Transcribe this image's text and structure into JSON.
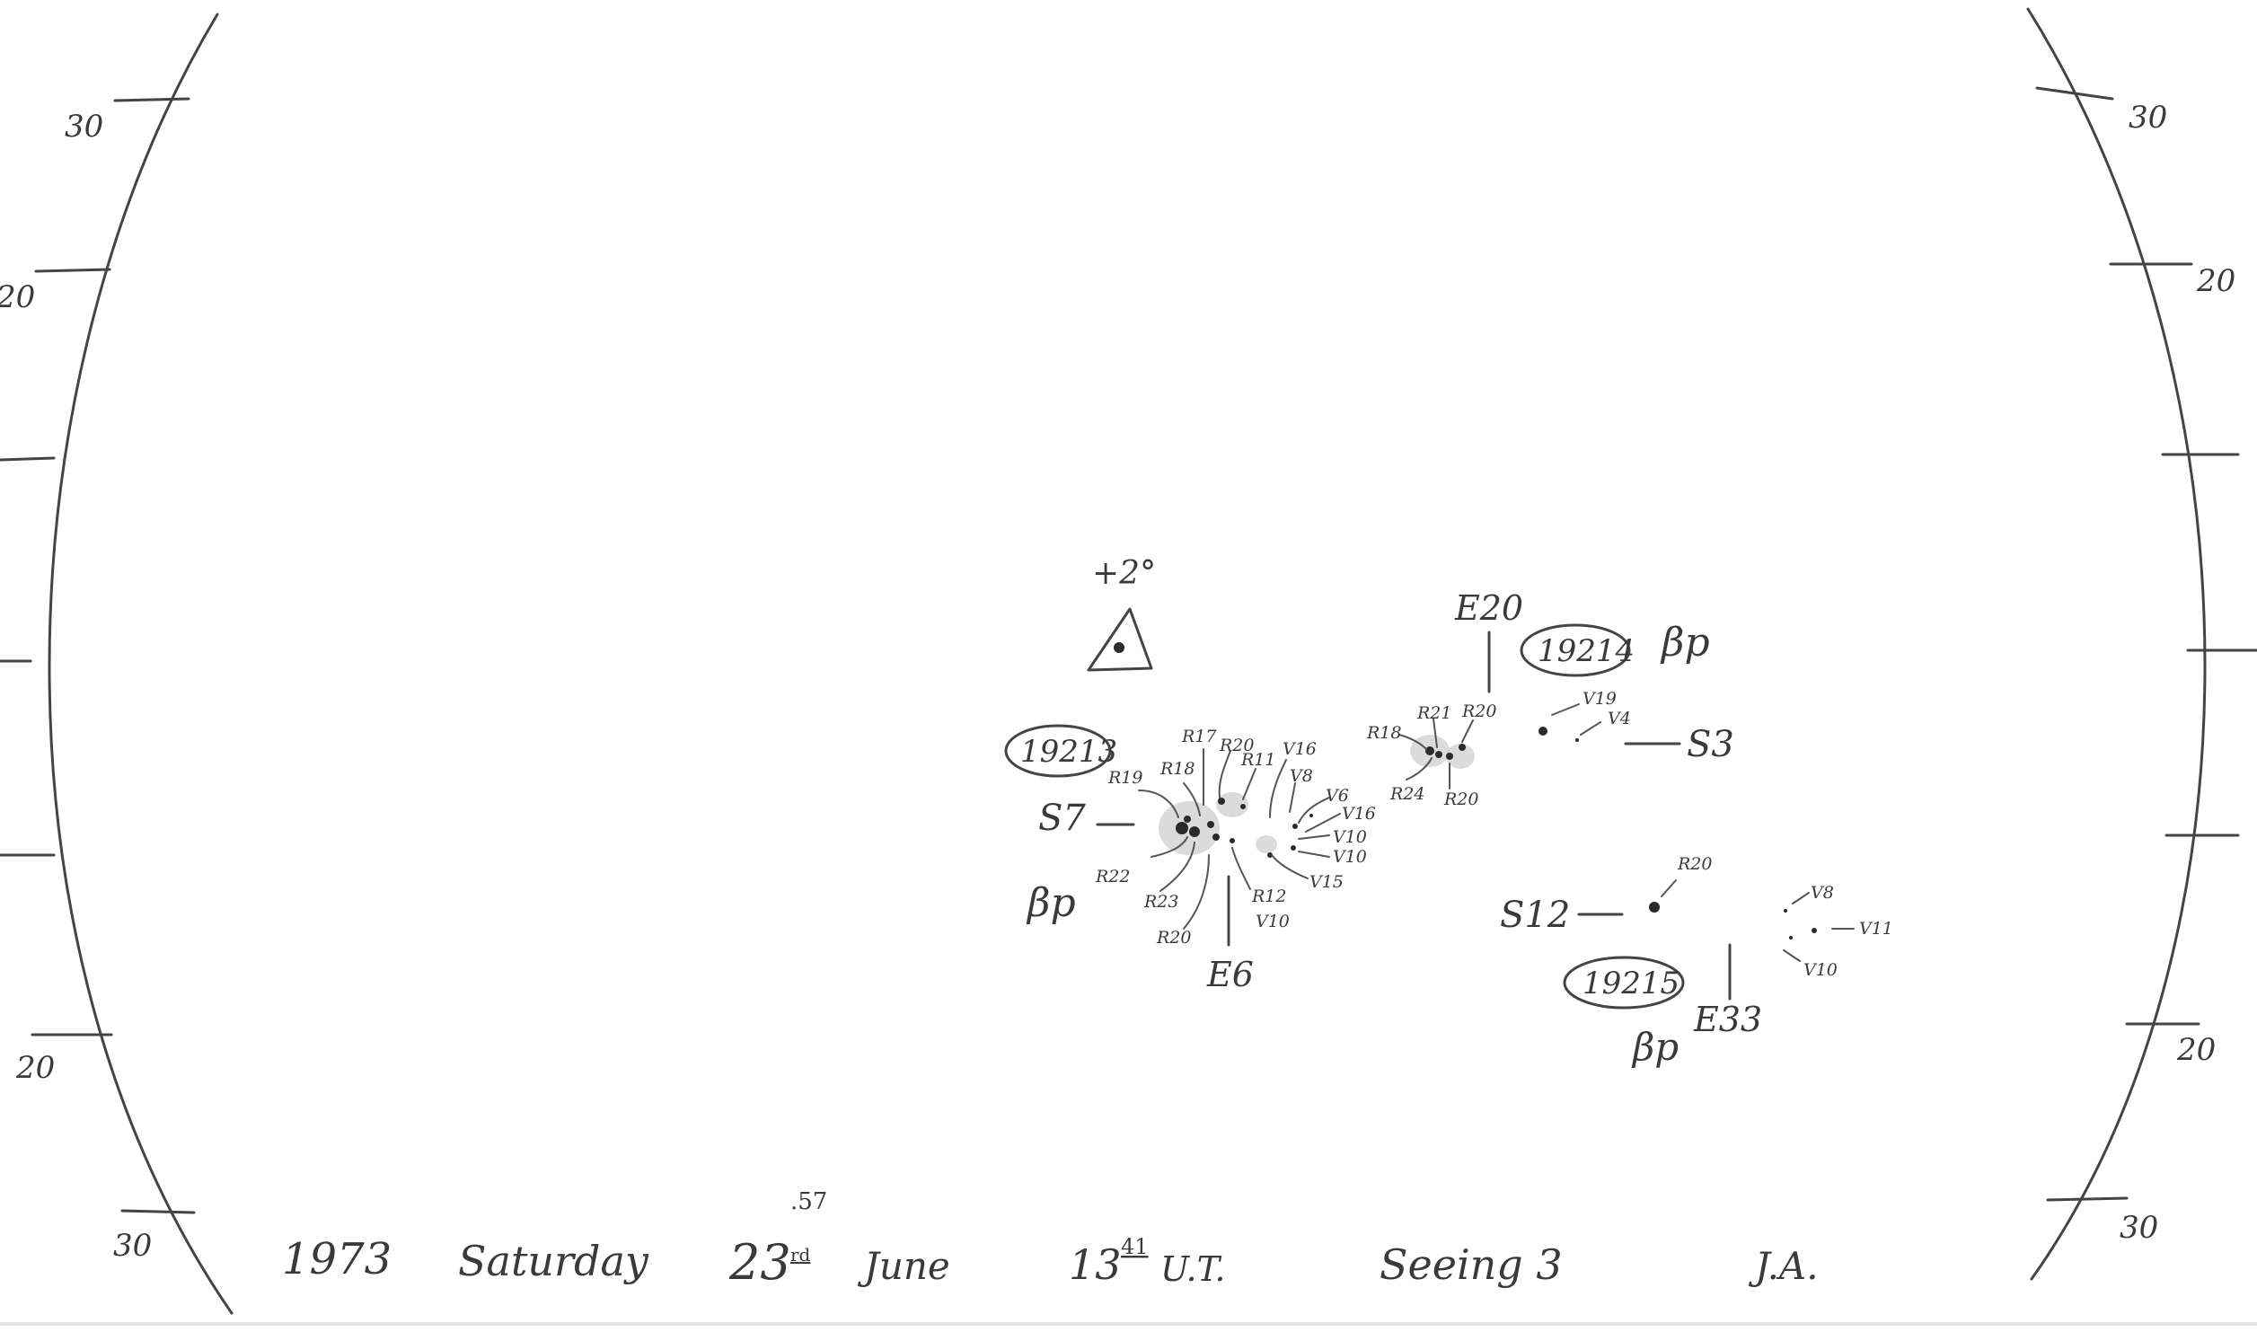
{
  "limb_scale": {
    "left_labels": [
      "30",
      "20",
      "20",
      "30"
    ],
    "right_labels": [
      "30",
      "20",
      "20",
      "30"
    ]
  },
  "footer": {
    "year": "1973",
    "day": "Saturday",
    "date": "23",
    "date_suffix": "rd",
    "date_fraction": ".57",
    "month": "June",
    "time": "13",
    "time_minutes": "41",
    "time_unit": "U.T.",
    "seeing": "Seeing 3",
    "observer": "J.A."
  },
  "polar_marker": {
    "label": "+2°"
  },
  "groups": [
    {
      "number": "19213",
      "classification": "βp",
      "longitude_mark": "E6",
      "latitude_mark": "S7",
      "spot_labels": [
        "R19",
        "R18",
        "R17",
        "R20",
        "R11",
        "V16",
        "V8",
        "V6",
        "V16",
        "V10",
        "V10",
        "V15",
        "R12",
        "V10",
        "R22",
        "R23",
        "R20"
      ]
    },
    {
      "number": "19214",
      "classification": "βp",
      "longitude_mark": "E20",
      "latitude_mark": "S3",
      "spot_labels": [
        "R18",
        "R21",
        "R20",
        "R24",
        "R20",
        "V19",
        "V4"
      ]
    },
    {
      "number": "19215",
      "classification": "βp",
      "longitude_mark": "E33",
      "latitude_mark": "S12",
      "spot_labels": [
        "R20",
        "V8",
        "V11",
        "V10"
      ]
    }
  ]
}
